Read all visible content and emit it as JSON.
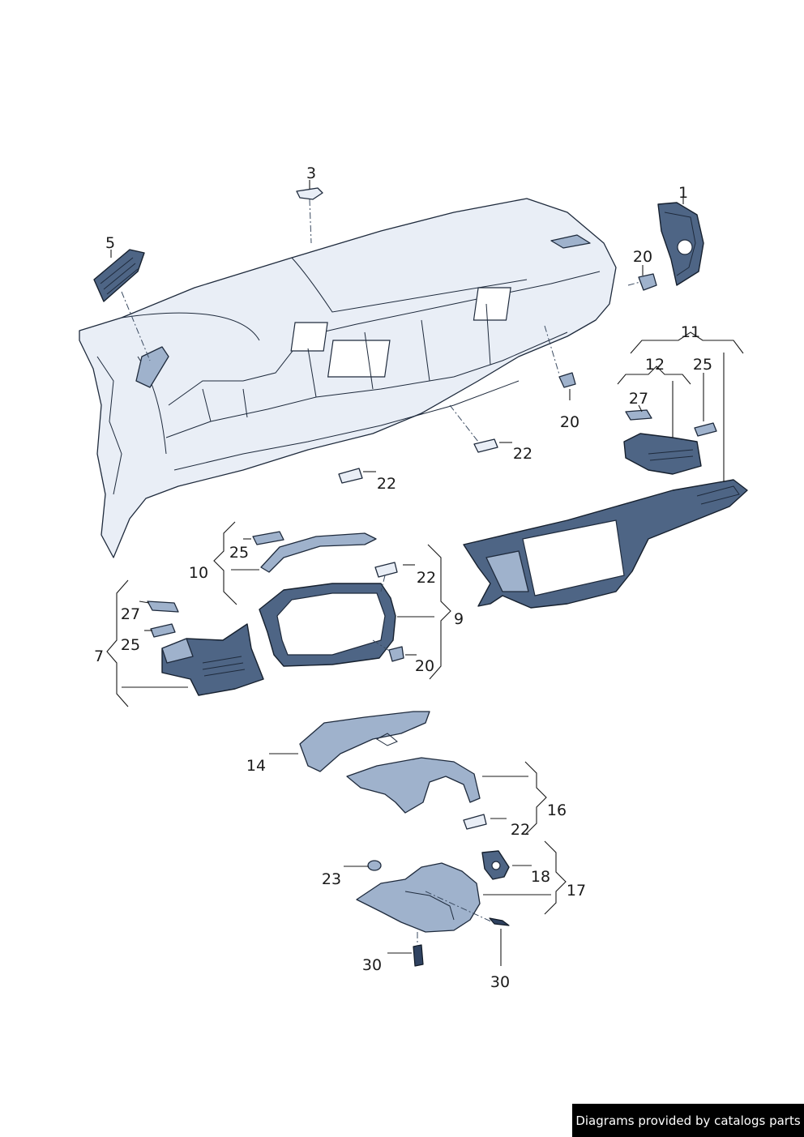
{
  "callouts": [
    {
      "id": "c1",
      "label": "1"
    },
    {
      "id": "c3",
      "label": "3"
    },
    {
      "id": "c5",
      "label": "5"
    },
    {
      "id": "c20a",
      "label": "20"
    },
    {
      "id": "c11",
      "label": "11"
    },
    {
      "id": "c12",
      "label": "12"
    },
    {
      "id": "c25a",
      "label": "25"
    },
    {
      "id": "c27a",
      "label": "27"
    },
    {
      "id": "c20b",
      "label": "20"
    },
    {
      "id": "c22a",
      "label": "22"
    },
    {
      "id": "c22b",
      "label": "22"
    },
    {
      "id": "c25b",
      "label": "25"
    },
    {
      "id": "c10",
      "label": "10"
    },
    {
      "id": "c22c",
      "label": "22"
    },
    {
      "id": "c9",
      "label": "9"
    },
    {
      "id": "c27b",
      "label": "27"
    },
    {
      "id": "c25c",
      "label": "25"
    },
    {
      "id": "c7",
      "label": "7"
    },
    {
      "id": "c20c",
      "label": "20"
    },
    {
      "id": "c14",
      "label": "14"
    },
    {
      "id": "c16",
      "label": "16"
    },
    {
      "id": "c22d",
      "label": "22"
    },
    {
      "id": "c23",
      "label": "23"
    },
    {
      "id": "c18",
      "label": "18"
    },
    {
      "id": "c17",
      "label": "17"
    },
    {
      "id": "c30a",
      "label": "30"
    },
    {
      "id": "c30b",
      "label": "30"
    }
  ],
  "credit": "Diagrams provided by catalogs parts",
  "colors": {
    "part_light": "#e9eef6",
    "part_mid": "#9fb2cc",
    "part_dark": "#4e6585",
    "outline": "#1e2a3c",
    "background": "#ffffff",
    "credit_bg": "#000000"
  }
}
